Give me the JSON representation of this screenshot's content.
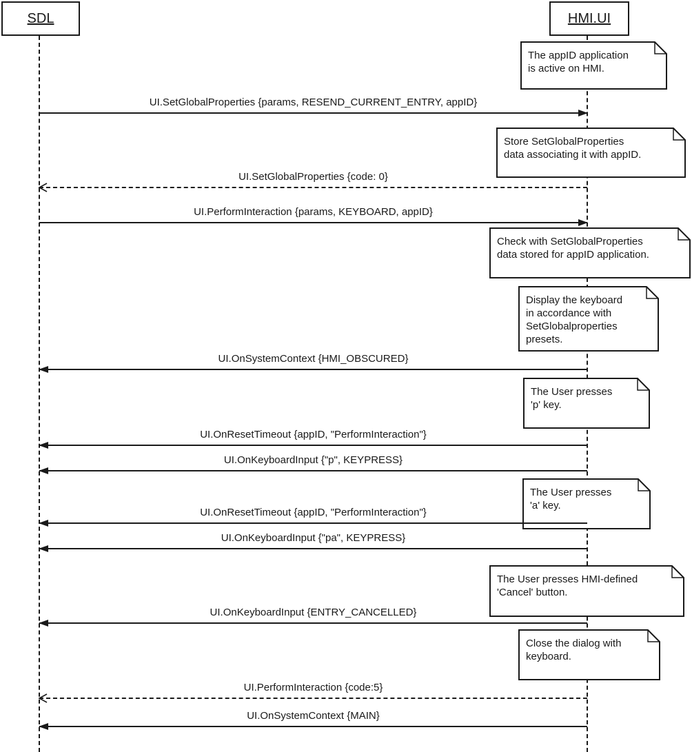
{
  "diagram": {
    "type": "uml-sequence-diagram",
    "colors": {
      "line": "#1a1a1a",
      "background": "#ffffff",
      "note_fill": "#ffffff"
    },
    "actors": [
      {
        "name": "SDL"
      },
      {
        "name": "HMI.UI"
      }
    ],
    "messages": [
      {
        "label": "UI.SetGlobalProperties {params, RESEND_CURRENT_ENTRY, appID}",
        "from": "SDL",
        "to": "HMI.UI",
        "line": "solid",
        "arrowhead": "filled"
      },
      {
        "label": "UI.SetGlobalProperties {code: 0}",
        "from": "HMI.UI",
        "to": "SDL",
        "line": "dashed",
        "arrowhead": "open"
      },
      {
        "label": "UI.PerformInteraction {params, KEYBOARD, appID}",
        "from": "SDL",
        "to": "HMI.UI",
        "line": "solid",
        "arrowhead": "filled"
      },
      {
        "label": "UI.OnSystemContext {HMI_OBSCURED}",
        "from": "HMI.UI",
        "to": "SDL",
        "line": "solid",
        "arrowhead": "filled"
      },
      {
        "label": "UI.OnResetTimeout {appID, \"PerformInteraction\"}",
        "from": "HMI.UI",
        "to": "SDL",
        "line": "solid",
        "arrowhead": "filled"
      },
      {
        "label": "UI.OnKeyboardInput {\"p\", KEYPRESS}",
        "from": "HMI.UI",
        "to": "SDL",
        "line": "solid",
        "arrowhead": "filled"
      },
      {
        "label": "UI.OnResetTimeout {appID, \"PerformInteraction\"}",
        "from": "HMI.UI",
        "to": "SDL",
        "line": "solid",
        "arrowhead": "filled"
      },
      {
        "label": "UI.OnKeyboardInput {\"pa\", KEYPRESS}",
        "from": "HMI.UI",
        "to": "SDL",
        "line": "solid",
        "arrowhead": "filled"
      },
      {
        "label": "UI.OnKeyboardInput {ENTRY_CANCELLED}",
        "from": "HMI.UI",
        "to": "SDL",
        "line": "solid",
        "arrowhead": "filled"
      },
      {
        "label": "UI.PerformInteraction {code:5}",
        "from": "HMI.UI",
        "to": "SDL",
        "line": "dashed",
        "arrowhead": "open"
      },
      {
        "label": "UI.OnSystemContext {MAIN}",
        "from": "HMI.UI",
        "to": "SDL",
        "line": "solid",
        "arrowhead": "filled"
      }
    ],
    "notes": [
      {
        "text": "The appID application\nis active on HMI."
      },
      {
        "text": "Store SetGlobalProperties\ndata associating it with appID."
      },
      {
        "text": "Check with SetGlobalProperties\ndata stored for appID application."
      },
      {
        "text": "Display the keyboard\nin accordance with\nSetGlobalproperties\npresets."
      },
      {
        "text": "The User presses\n'p' key."
      },
      {
        "text": "The User presses\n'a' key."
      },
      {
        "text": "The User presses HMI-defined\n'Cancel' button."
      },
      {
        "text": "Close the dialog with\nkeyboard."
      }
    ]
  }
}
